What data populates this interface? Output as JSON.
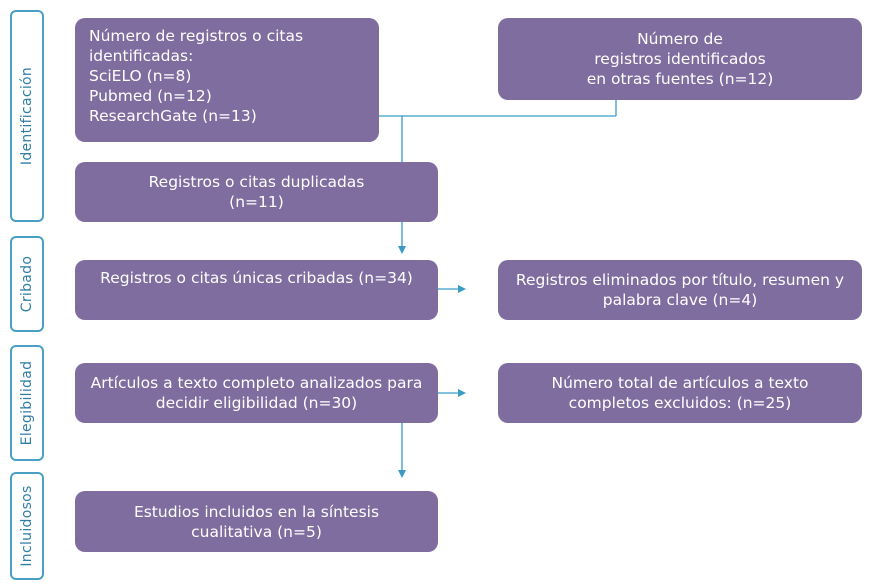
{
  "stages": [
    {
      "label": "Identificación"
    },
    {
      "label": "Cribado"
    },
    {
      "label": "Elegibilidad"
    },
    {
      "label": "Incluidosos"
    }
  ],
  "boxes": {
    "identified_db": {
      "lines": [
        "Número de registros o citas",
        "identificadas:",
        "SciELO (n=8)",
        "Pubmed (n=12)",
        "ResearchGate (n=13)"
      ]
    },
    "identified_other": {
      "lines": [
        "Número de",
        "registros identificados",
        "en otras fuentes (n=12)"
      ]
    },
    "duplicates": {
      "lines": [
        "Registros o citas duplicadas",
        "(n=11)"
      ]
    },
    "screened": {
      "lines": [
        "Registros o citas únicas cribadas (n=34)"
      ]
    },
    "removed": {
      "lines": [
        "Registros eliminados por título, resumen y",
        "palabra clave (n=4)"
      ]
    },
    "fulltext": {
      "lines": [
        "Artículos a texto completo analizados para",
        "decidir eligibilidad (n=30)"
      ]
    },
    "excluded": {
      "lines": [
        "Número total de artículos a texto",
        "completos excluidos: (n=25)"
      ]
    },
    "included": {
      "lines": [
        "Estudios incluidos en la síntesis",
        "cualitativa (n=5)"
      ]
    }
  },
  "colors": {
    "box_fill": "#7e6d9e",
    "stage_border": "#4a9fc4",
    "connector": "#3a9cc6"
  }
}
